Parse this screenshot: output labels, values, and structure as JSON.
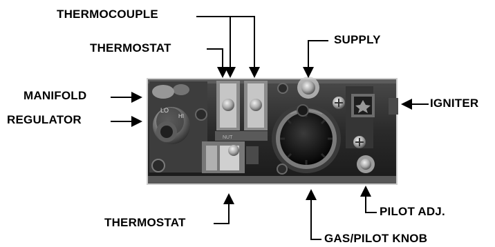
{
  "labels": {
    "thermocouple": "THERMOCOUPLE",
    "thermostat_top": "THERMOSTAT",
    "supply": "SUPPLY",
    "manifold": "MANIFOLD",
    "regulator": "REGULATOR",
    "igniter": "IGNITER",
    "thermostat_bottom": "THERMOSTAT",
    "pilot_adj": "PILOT ADJ.",
    "gas_pilot_knob": "GAS/PILOT KNOB"
  },
  "colors": {
    "text": "#000000",
    "background": "#ffffff",
    "valve_body": "#2b2b2b"
  }
}
